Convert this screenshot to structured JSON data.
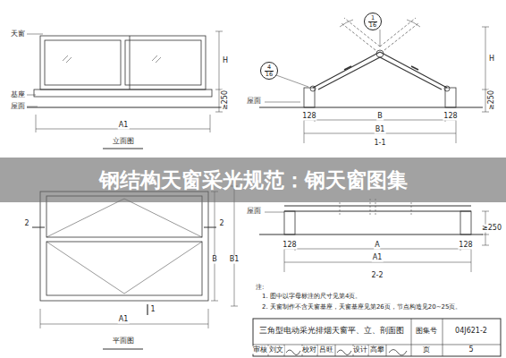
{
  "diagram": {
    "title": "钢结构天窗采光规范：钢天窗图集",
    "nodes": [
      {
        "text": [
          "1",
          "16"
        ]
      },
      {
        "text": [
          "4",
          "16"
        ]
      }
    ],
    "labels": [
      "天窗",
      "基座",
      "屋面",
      "H",
      "≥250",
      "A1",
      "立面图",
      "屋面",
      "H",
      "≥250",
      "128",
      "B",
      "128",
      "B1",
      "1-1",
      "2",
      "2",
      "B",
      "B1",
      "1",
      "A1",
      "平面图",
      "屋面",
      "≥250",
      "128",
      "A",
      "128",
      "A1",
      "2-2",
      "注:",
      "1. 图中以字母标注的尺寸见第4页。",
      "2. 天窗制作不含天窗基座，天窗基座见第26页，节点构造见20~25页。",
      "三角型电动采光排烟天窗平、立、剖面图",
      "图集号",
      "04J621-2",
      "审核",
      "刘文",
      "校对",
      "吕旺",
      "设计",
      "高攀",
      "页",
      "5"
    ]
  }
}
